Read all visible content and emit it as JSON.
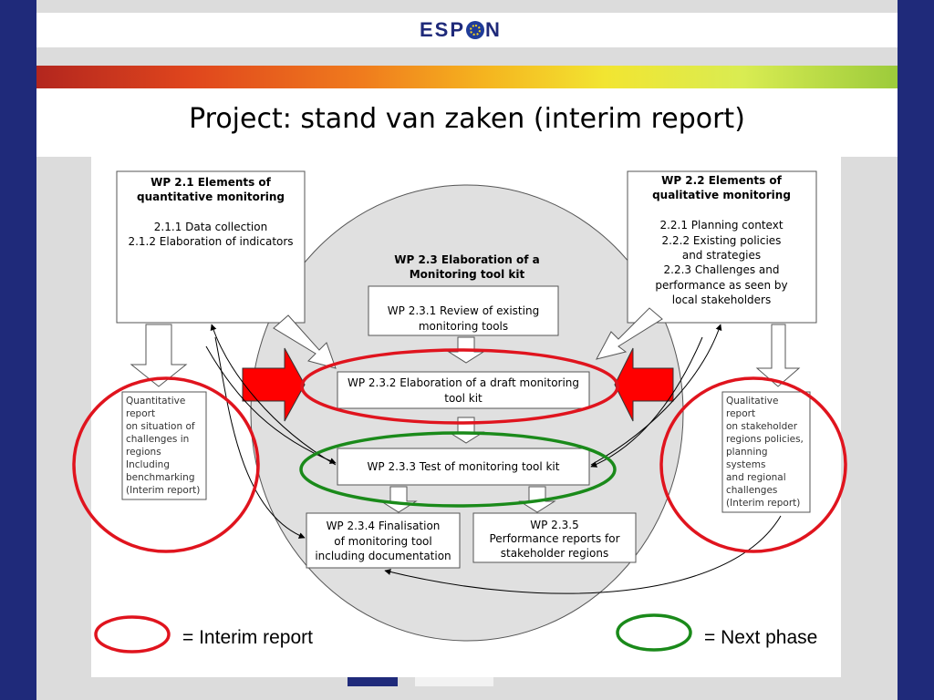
{
  "header": {
    "logo_left": "ESP",
    "logo_right": "N"
  },
  "title": "Project: stand van zaken (interim report)",
  "diagram": {
    "wp21": {
      "title_line1": "WP 2.1 Elements of",
      "title_line2": "quantitative monitoring",
      "item1": "2.1.1 Data collection",
      "item2": "2.1.2 Elaboration of indicators"
    },
    "wp22": {
      "title_line1": "WP 2.2 Elements of",
      "title_line2": "qualitative monitoring",
      "item1": "2.2.1 Planning context",
      "item2": "2.2.2 Existing policies",
      "item3": "and strategies",
      "item4": "2.2.3 Challenges and",
      "item5": "performance as seen by",
      "item6": "local stakeholders"
    },
    "wp23": {
      "title_line1": "WP 2.3 Elaboration of a",
      "title_line2": "Monitoring tool kit"
    },
    "wp231": {
      "line1": "WP 2.3.1 Review of existing",
      "line2": "monitoring tools"
    },
    "wp232": {
      "line1": "WP 2.3.2 Elaboration of a draft monitoring",
      "line2": "tool kit"
    },
    "wp233": {
      "line1": "WP 2.3.3 Test of monitoring tool kit"
    },
    "wp234": {
      "line1": "WP 2.3.4 Finalisation",
      "line2": "of monitoring tool",
      "line3": "including documentation"
    },
    "wp235": {
      "line1": "WP 2.3.5",
      "line2": "Performance reports for",
      "line3": "stakeholder regions"
    },
    "quant_report": [
      "Quantitative",
      "report",
      "on situation of",
      "challenges in",
      "regions",
      "Including",
      "benchmarking",
      "(Interim report)"
    ],
    "qual_report": [
      "Qualitative",
      "report",
      "on stakeholder",
      "regions policies,",
      "planning",
      "systems",
      "and regional",
      "challenges",
      "(Interim report)"
    ]
  },
  "legend": {
    "interim": "= Interim report",
    "next": "= Next phase",
    "interim_color": "#e0141e",
    "next_color": "#1a8a1a"
  }
}
